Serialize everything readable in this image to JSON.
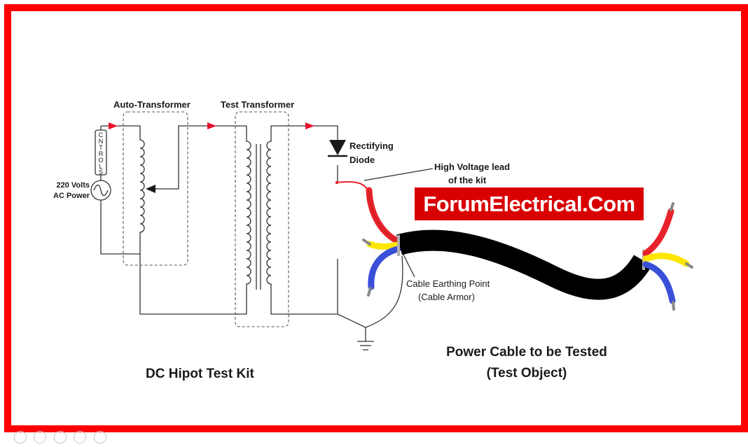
{
  "colors": {
    "border": "#ff0000",
    "watermark_bg": "#d80000",
    "wire": "#333333",
    "arrow": "#e8102a",
    "cable_red": "#e8222a",
    "cable_yellow": "#ffe600",
    "cable_blue": "#3a4fd8",
    "cable_black": "#000000"
  },
  "labels": {
    "auto_transformer": "Auto-Transformer",
    "test_transformer": "Test Transformer",
    "controls": [
      "C",
      "N",
      "T",
      "R",
      "O",
      "L",
      "S"
    ],
    "supply_line1": "220 Volts",
    "supply_line2": "AC Power",
    "rectifying_line1": "Rectifying",
    "rectifying_line2": "Diode",
    "hv_lead_line1": "High Voltage lead",
    "hv_lead_line2": "of the kit",
    "earthing_line1": "Cable Earthing Point",
    "earthing_line2": "(Cable Armor)",
    "kit_title": "DC Hipot Test Kit",
    "cable_title_line1": "Power Cable to be Tested",
    "cable_title_line2": "(Test Object)"
  },
  "watermark": "ForumElectrical.Com",
  "icons": {
    "ac_source": "ac-source-icon",
    "diode": "diode-icon",
    "ground": "ground-icon"
  }
}
